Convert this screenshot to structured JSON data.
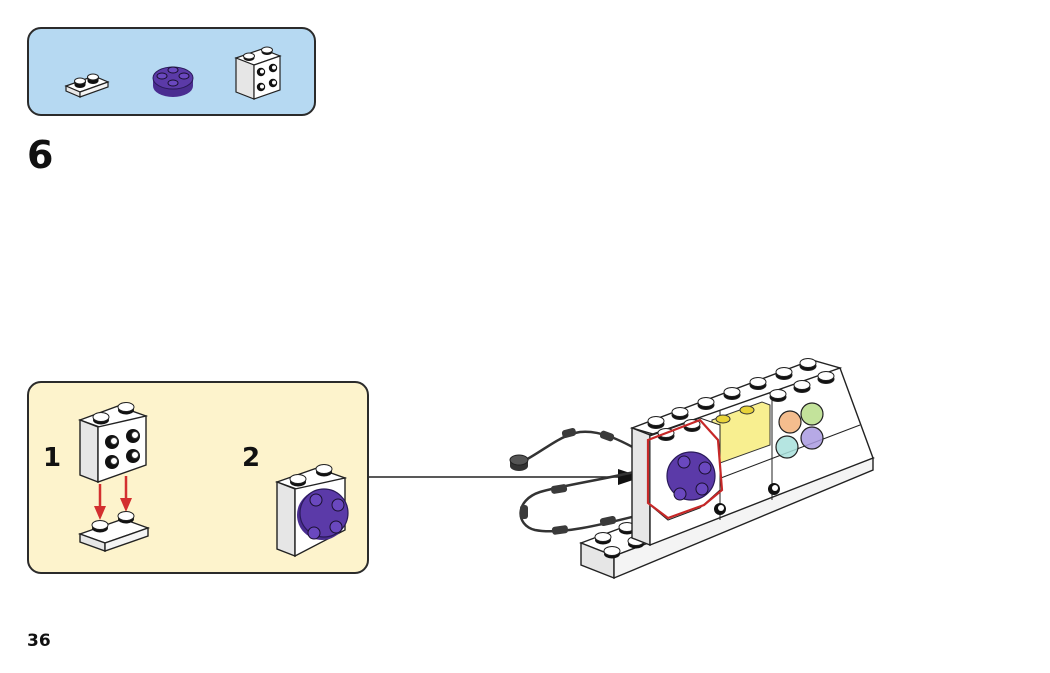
{
  "page": {
    "step_number": "6",
    "page_number": "36"
  },
  "parts_list": {
    "background_color": "#b6d9f2",
    "items": [
      {
        "name": "white-plate-1x2",
        "color": "#ffffff"
      },
      {
        "name": "purple-round-plate-2x2",
        "color": "#5b3aa8"
      },
      {
        "name": "white-brick-2x2-with-studs-on-side",
        "color": "#ffffff"
      }
    ]
  },
  "sub_assembly": {
    "background_color": "#fdf3cc",
    "substeps": [
      {
        "label": "1"
      },
      {
        "label": "2"
      }
    ],
    "arrow_color": "#d32f2f"
  },
  "main_model": {
    "callout_outline_color": "#c62828",
    "accent_colors": {
      "purple": "#5b3aa8",
      "trans_yellow": "#f6e96b",
      "trans_orange": "#f2b27a",
      "trans_green": "#b9de8a",
      "trans_light_blue": "#a8e0dc",
      "trans_purple": "#a99ae0"
    }
  }
}
